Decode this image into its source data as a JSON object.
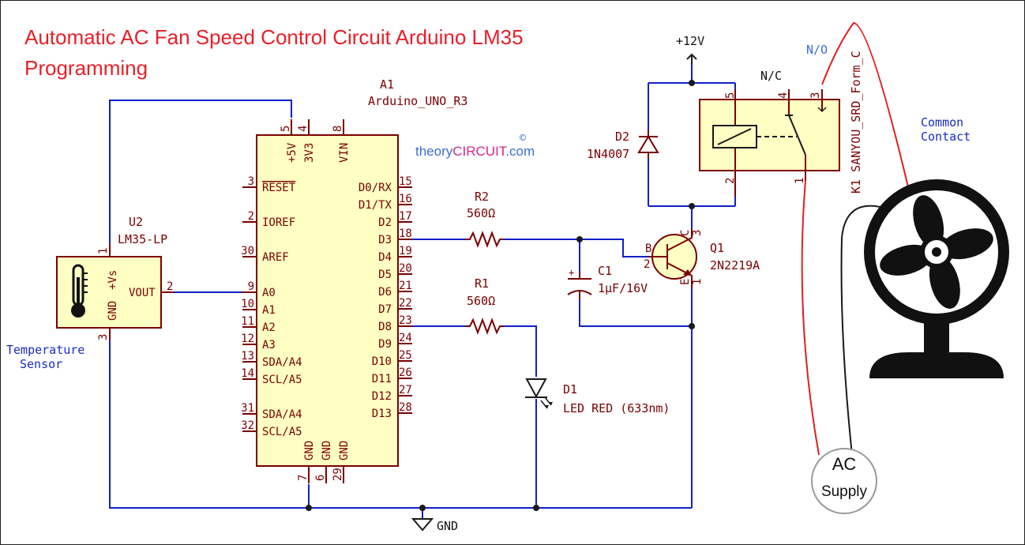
{
  "title": {
    "line1": "Automatic AC Fan Speed Control Circuit Arduino LM35",
    "line2": "Programming"
  },
  "watermark": {
    "prefix": "theory",
    "brand": "CIRCUIT",
    "suffix": ".com",
    "copyright": "©"
  },
  "arduino": {
    "ref": "A1",
    "value": "Arduino_UNO_R3",
    "top_pins": [
      {
        "num": "5",
        "name": "+5V"
      },
      {
        "num": "4",
        "name": "3V3"
      },
      {
        "num": "8",
        "name": "VIN"
      }
    ],
    "left_pins": [
      {
        "num": "3",
        "name": "RESET"
      },
      {
        "num": "2",
        "name": "IOREF"
      },
      {
        "num": "30",
        "name": "AREF"
      },
      {
        "num": "9",
        "name": "A0"
      },
      {
        "num": "10",
        "name": "A1"
      },
      {
        "num": "11",
        "name": "A2"
      },
      {
        "num": "12",
        "name": "A3"
      },
      {
        "num": "13",
        "name": "SDA/A4"
      },
      {
        "num": "14",
        "name": "SCL/A5"
      },
      {
        "num": "31",
        "name": "SDA/A4"
      },
      {
        "num": "32",
        "name": "SCL/A5"
      }
    ],
    "right_pins": [
      {
        "num": "15",
        "name": "D0/RX"
      },
      {
        "num": "16",
        "name": "D1/TX"
      },
      {
        "num": "17",
        "name": "D2"
      },
      {
        "num": "18",
        "name": "D3"
      },
      {
        "num": "19",
        "name": "D4"
      },
      {
        "num": "20",
        "name": "D5"
      },
      {
        "num": "21",
        "name": "D6"
      },
      {
        "num": "22",
        "name": "D7"
      },
      {
        "num": "23",
        "name": "D8"
      },
      {
        "num": "24",
        "name": "D9"
      },
      {
        "num": "25",
        "name": "D10"
      },
      {
        "num": "26",
        "name": "D11"
      },
      {
        "num": "27",
        "name": "D12"
      },
      {
        "num": "28",
        "name": "D13"
      }
    ],
    "bottom_pins": [
      {
        "num": "7",
        "name": "GND"
      },
      {
        "num": "6",
        "name": "GND"
      },
      {
        "num": "29",
        "name": "GND"
      }
    ]
  },
  "sensor": {
    "ref": "U2",
    "value": "LM35-LP",
    "pin_vs": "+Vs",
    "pin_gnd": "GND",
    "pin_vout": "VOUT",
    "pin_vs_num": "1",
    "pin_vout_num": "2",
    "pin_gnd_num": "3",
    "caption_line1": "Temperature",
    "caption_line2": "Sensor"
  },
  "r2": {
    "ref": "R2",
    "value": "560Ω"
  },
  "r1": {
    "ref": "R1",
    "value": "560Ω"
  },
  "c1": {
    "ref": "C1",
    "value": "1µF/16V"
  },
  "d1": {
    "ref": "D1",
    "value": "LED RED (633nm)"
  },
  "d2": {
    "ref": "D2",
    "value": "1N4007"
  },
  "q1": {
    "ref": "Q1",
    "value": "2N2219A",
    "pin_b": "B",
    "pin_c": "C",
    "pin_e": "E",
    "pin_b_num": "2",
    "pin_c_num": "3",
    "pin_e_num": "1"
  },
  "relay": {
    "ref": "K1",
    "value": "SANYOU_SRD_Form_C",
    "pin_nums": [
      "5",
      "4",
      "3",
      "2",
      "1"
    ],
    "nc_label": "N/C",
    "no_label": "N/O",
    "common_line1": "Common",
    "common_line2": "Contact"
  },
  "supply": {
    "v12": "+12V",
    "gnd": "GND"
  },
  "ac": {
    "line1": "AC",
    "line2": "Supply"
  },
  "colors": {
    "wire": "#1020c8",
    "component": "#7a0000",
    "fill": "#ffffc4",
    "title": "#e8202a",
    "ac_wire": "#e02020"
  }
}
